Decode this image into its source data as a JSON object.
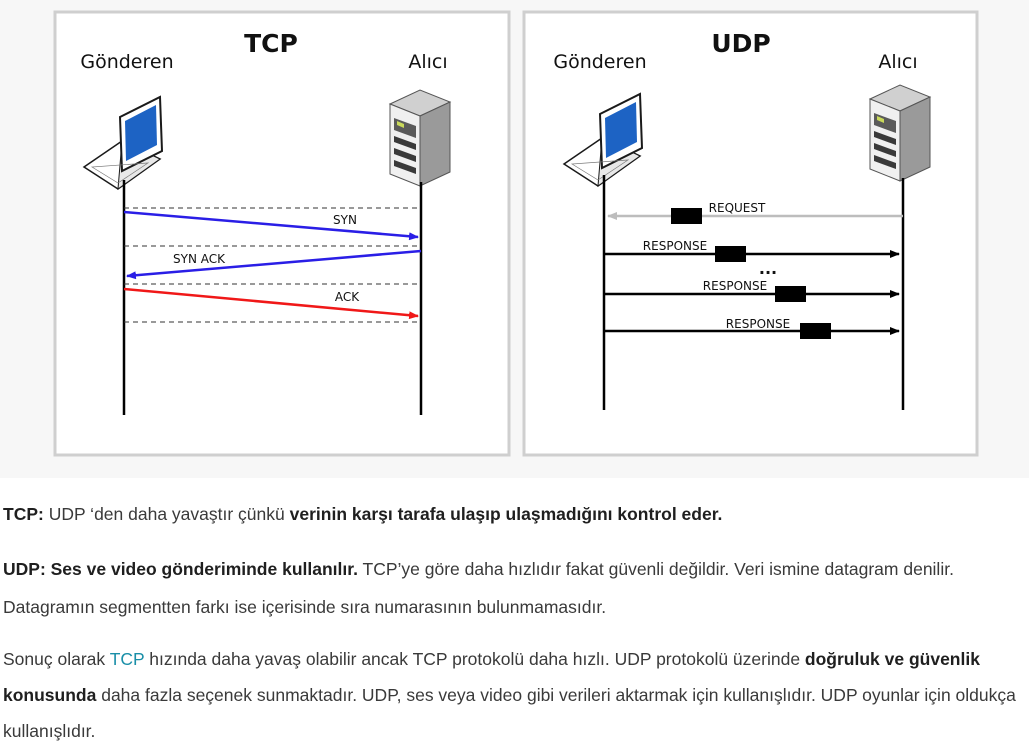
{
  "diagram": {
    "tcp": {
      "title": "TCP",
      "sender_label": "Gönderen",
      "receiver_label": "Alıcı",
      "messages": [
        "SYN",
        "SYN ACK",
        "ACK"
      ]
    },
    "udp": {
      "title": "UDP",
      "sender_label": "Gönderen",
      "receiver_label": "Alıcı",
      "messages": [
        "REQUEST",
        "RESPONSE",
        "RESPONSE",
        "RESPONSE"
      ],
      "ellipsis": "..."
    },
    "colors": {
      "syn": "#2a1ee6",
      "ack": "#f01818",
      "request": "#bdbdbd",
      "response": "#000000"
    }
  },
  "paragraphs": {
    "p1": {
      "term": "TCP:",
      "text1": " UDP ‘den daha yavaştır çünkü ",
      "bold": "verinin karşı tarafa ulaşıp ulaşmadığını kontrol eder."
    },
    "p2": {
      "term": "UDP: Ses ve video gönderiminde kullanılır.",
      "text1": " TCP’ye göre daha hızlıdır fakat güvenli değildir. Veri ismine datagram denilir. Datagramın segmentten farkı ise içerisinde sıra numarasının bulunmamasıdır."
    },
    "p3": {
      "text1": "Sonuç olarak ",
      "link": "TCP",
      "text2": " hızında daha yavaş olabilir ancak TCP protokolü daha hızlı. UDP protokolü üzerinde ",
      "bold": "doğruluk ve güvenlik konusunda",
      "text3": " daha fazla seçenek sunmaktadır. UDP, ses veya video gibi verileri aktarmak için kullanışlıdır. UDP oyunlar için oldukça kullanışlıdır."
    }
  }
}
